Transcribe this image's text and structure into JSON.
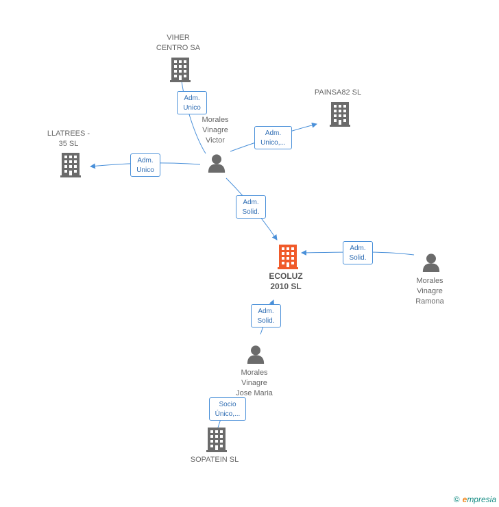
{
  "nodes": {
    "viher": {
      "label": "VIHER\nCENTRO SA",
      "type": "company"
    },
    "painsa": {
      "label": "PAINSA82 SL",
      "type": "company"
    },
    "llatrees": {
      "label": "LLATREES -\n35  SL",
      "type": "company"
    },
    "victor": {
      "label": "Morales\nVinagre\nVictor",
      "type": "person"
    },
    "ecoluz": {
      "label": "ECOLUZ\n2010 SL",
      "type": "company-main"
    },
    "ramona": {
      "label": "Morales\nVinagre\nRamona",
      "type": "person"
    },
    "josemaria": {
      "label": "Morales\nVinagre\nJose Maria",
      "type": "person"
    },
    "sopatein": {
      "label": "SOPATEIN SL",
      "type": "company"
    }
  },
  "edges": {
    "victor_viher": "Adm.\nUnico",
    "victor_painsa": "Adm.\nUnico,...",
    "victor_llatrees": "Adm.\nUnico",
    "victor_ecoluz": "Adm.\nSolid.",
    "ramona_ecoluz": "Adm.\nSolid.",
    "josemaria_ecoluz": "Adm.\nSolid.",
    "sopatein_josemaria": "Socio\nÚnico,..."
  },
  "colors": {
    "company": "#6b6b6b",
    "main": "#f05a2a",
    "person": "#6b6b6b",
    "edge": "#4a90d9"
  },
  "footer": {
    "copyright": "©",
    "brand_first": "e",
    "brand_rest": "mpresia"
  }
}
